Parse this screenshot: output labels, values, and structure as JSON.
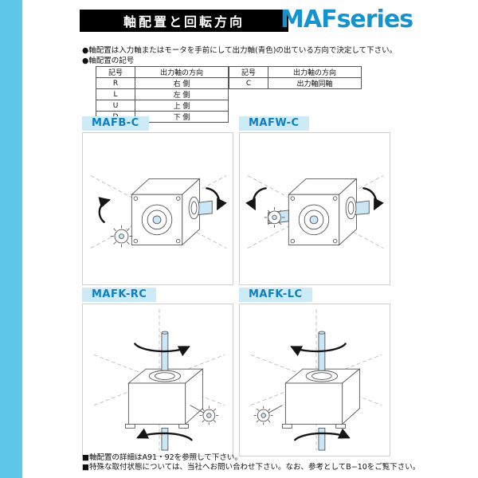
{
  "header": {
    "title": "軸配置と回転方向",
    "brand": "MAFseries"
  },
  "notes": {
    "line1": "●軸配置は入力軸またはモータを手前にして出力軸(青色)の出ている方向で決定して下さい。",
    "line2": "●軸配置の記号"
  },
  "table": {
    "left": {
      "headers": [
        "記号",
        "出力軸の方向"
      ],
      "rows": [
        {
          "sym": "R",
          "dir": "右 側"
        },
        {
          "sym": "L",
          "dir": "左 側"
        },
        {
          "sym": "U",
          "dir": "上 側"
        },
        {
          "sym": "D",
          "dir": "下 側"
        }
      ]
    },
    "right": {
      "headers": [
        "記号",
        "出力軸の方向"
      ],
      "rows": [
        {
          "sym": "C",
          "dir": "出力軸同軸"
        }
      ]
    }
  },
  "panels": [
    {
      "label": "MAFB-C"
    },
    {
      "label": "MAFW-C"
    },
    {
      "label": "MAFK-RC"
    },
    {
      "label": "MAFK-LC"
    }
  ],
  "footer": {
    "line1": "■軸配置の詳細はA91・92を参照して下さい。",
    "line2": "■特殊な取付状態については、当社へお問い合わせ下さい。なお、参考としてB−10をご覧下さい。"
  },
  "colors": {
    "accent_cyan": "#5cc7e8",
    "brand_blue": "#1593cf",
    "panel_header_bg": "#cdeaf7",
    "panel_header_text": "#0b7fc0",
    "output_shaft_blue": "#c9e7f6",
    "header_bar_bg": "#000000"
  }
}
